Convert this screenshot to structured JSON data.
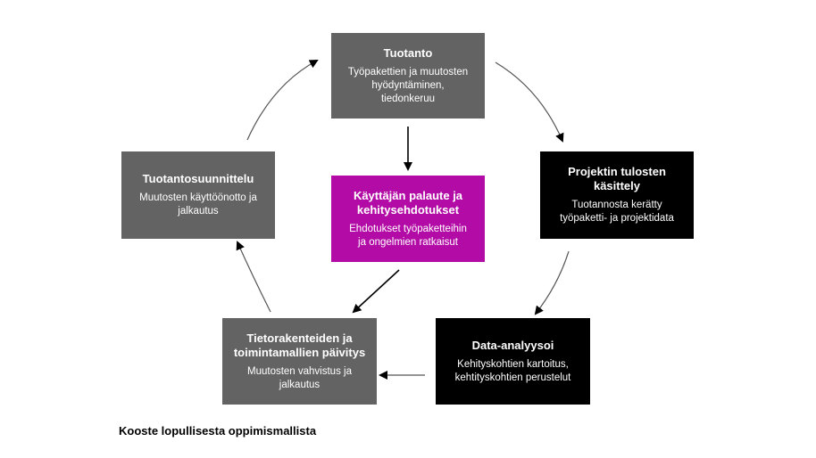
{
  "nodes": {
    "tuotanto": {
      "title": "Tuotanto",
      "desc_lines": [
        "Työpakettien ja muutosten",
        "hyödyntäminen,",
        "tiedonkeruu"
      ]
    },
    "projektin": {
      "title_lines": [
        "Projektin tulosten",
        "käsittely"
      ],
      "desc_lines": [
        "Tuotannosta kerätty",
        "työpaketti- ja projektidata"
      ]
    },
    "data_analyysi": {
      "title": "Data-analyysoi",
      "desc_lines": [
        "Kehityskohtien kartoitus,",
        "kehtityskohtien perustelut"
      ]
    },
    "tietorakenteet": {
      "title_lines": [
        "Tietorakenteiden ja",
        "toimintamallien päivitys"
      ],
      "desc_lines": [
        "Muutosten vahvistus ja",
        "jalkautus"
      ]
    },
    "tuotantosuunnittelu": {
      "title": "Tuotantosuunnittelu",
      "desc_lines": [
        "Muutosten käyttöönotto ja",
        "jalkautus"
      ]
    },
    "palaute": {
      "title_lines": [
        "Käyttäjän palaute ja",
        "kehitysehdotukset"
      ],
      "desc_lines": [
        "Ehdotukset työpaketteihin",
        "ja ongelmien ratkaisut"
      ]
    }
  },
  "caption": "Kooste lopullisesta oppimismallista",
  "colors": {
    "gray": "#636363",
    "black": "#000000",
    "magenta": "#b30ca6",
    "arrow_gray": "#555555",
    "arrow_black": "#000000"
  }
}
